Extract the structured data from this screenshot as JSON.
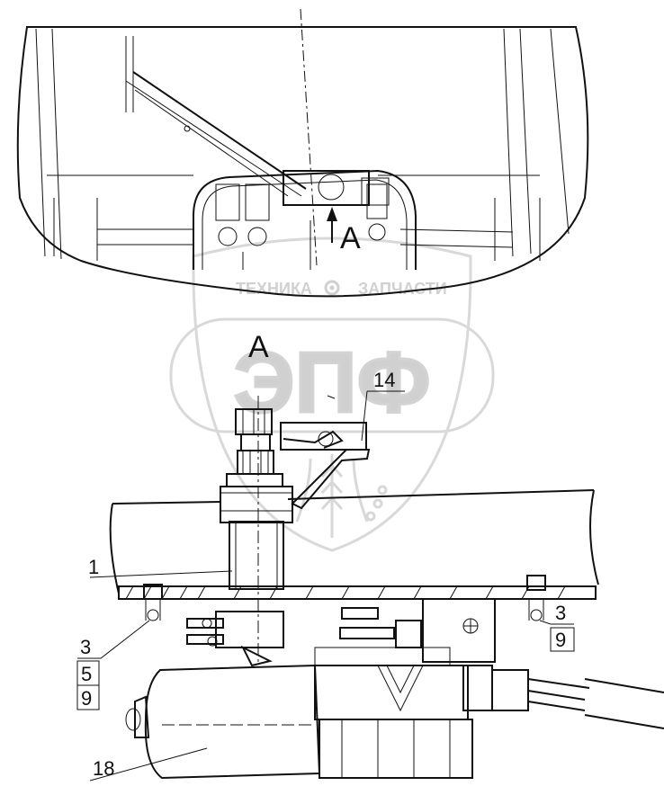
{
  "watermark": {
    "tagline_left": "ТЕХНИКА",
    "tagline_right": "ЗАПЧАСТИ",
    "monogram": "ЭПФ",
    "gear": "gear-icon",
    "wheat": "wheat-icon"
  },
  "views": {
    "top_view_marker": "A",
    "detail_view_title": "A"
  },
  "callouts": {
    "c1": "1",
    "c14": "14",
    "c18": "18",
    "left_stack": [
      "3",
      "5",
      "9"
    ],
    "right_stack": [
      "3",
      "9"
    ]
  }
}
